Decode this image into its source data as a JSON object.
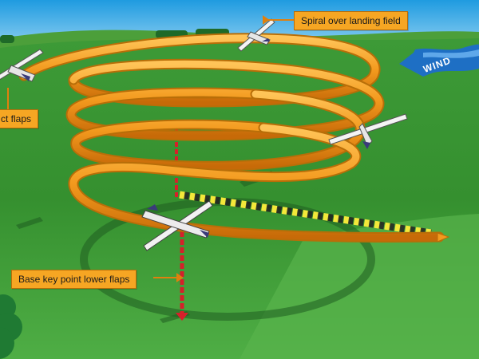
{
  "labels": {
    "spiral": "Spiral over landing field",
    "flaps_left": "ct flaps",
    "base_key_point": "Base key point lower flaps"
  },
  "wind": {
    "text": "WIND"
  },
  "colors": {
    "sky": "#2ea8e6",
    "grass_dark": "#2f8a2f",
    "grass_light": "#5cb548",
    "spiral_orange": "#f39a1e",
    "callout": "#f6a623",
    "wind_arrow": "#1e6fc4",
    "drop_line": "#d6202a",
    "dash_yellow": "#f3e83a"
  }
}
